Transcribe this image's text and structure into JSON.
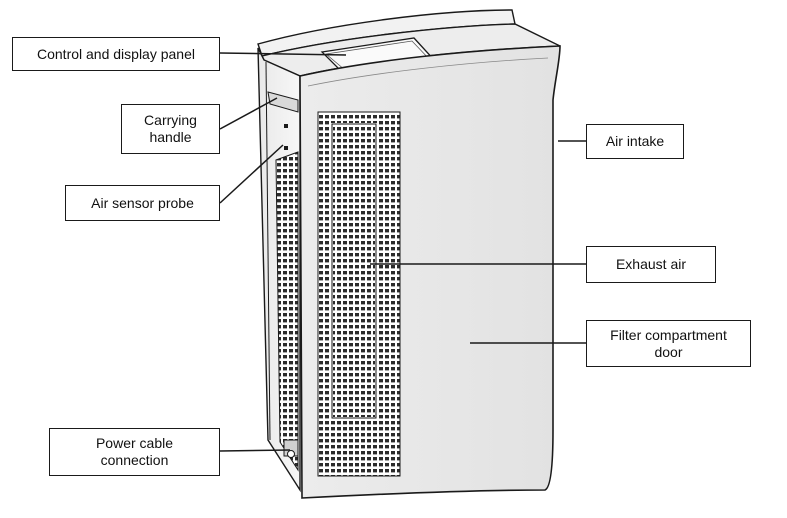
{
  "labels": {
    "control_panel": "Control and display panel",
    "carrying_handle_1": "Carrying",
    "carrying_handle_2": "handle",
    "air_sensor_probe": "Air sensor probe",
    "air_intake": "Air intake",
    "exhaust_air": "Exhaust air",
    "filter_door_1": "Filter compartment",
    "filter_door_2": "door",
    "power_cable_1": "Power cable",
    "power_cable_2": "connection"
  }
}
